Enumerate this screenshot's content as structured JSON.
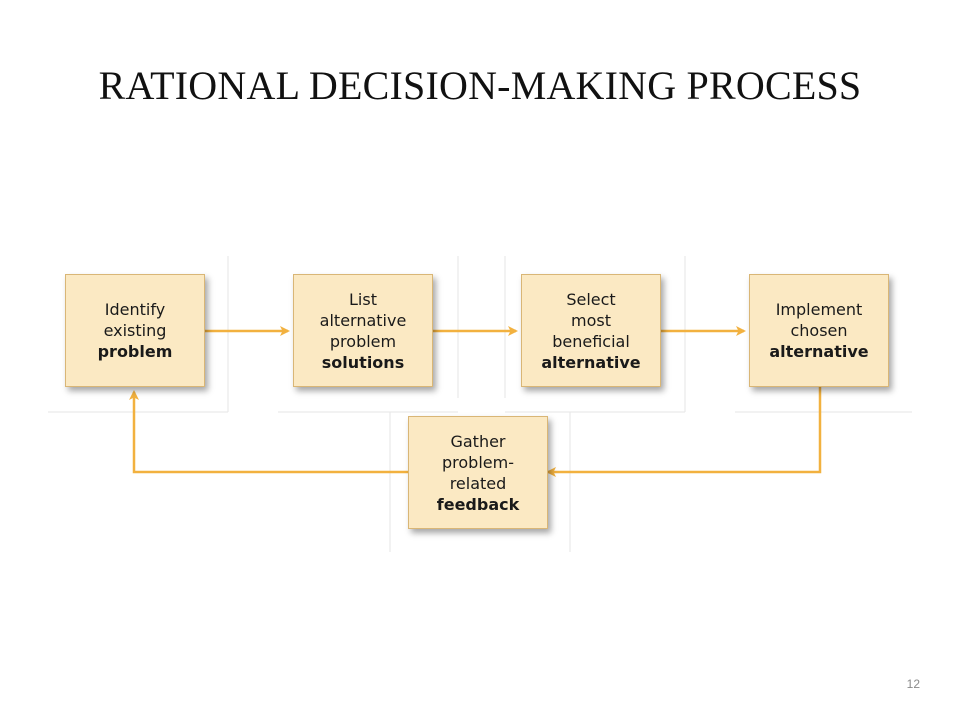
{
  "title": "RATIONAL DECISION-MAKING PROCESS",
  "page_number": "12",
  "colors": {
    "box_fill": "#fbe9c3",
    "box_border": "#d9b676",
    "arrow": "#f2b13f"
  },
  "steps": [
    {
      "lines": [
        "Identify",
        "existing"
      ],
      "bold": "problem"
    },
    {
      "lines": [
        "List",
        "alternative",
        "problem"
      ],
      "bold": "solutions"
    },
    {
      "lines": [
        "Select",
        "most",
        "beneficial"
      ],
      "bold": "alternative"
    },
    {
      "lines": [
        "Implement",
        "chosen"
      ],
      "bold": "alternative"
    },
    {
      "lines": [
        "Gather",
        "problem-",
        "related"
      ],
      "bold": "feedback"
    }
  ]
}
